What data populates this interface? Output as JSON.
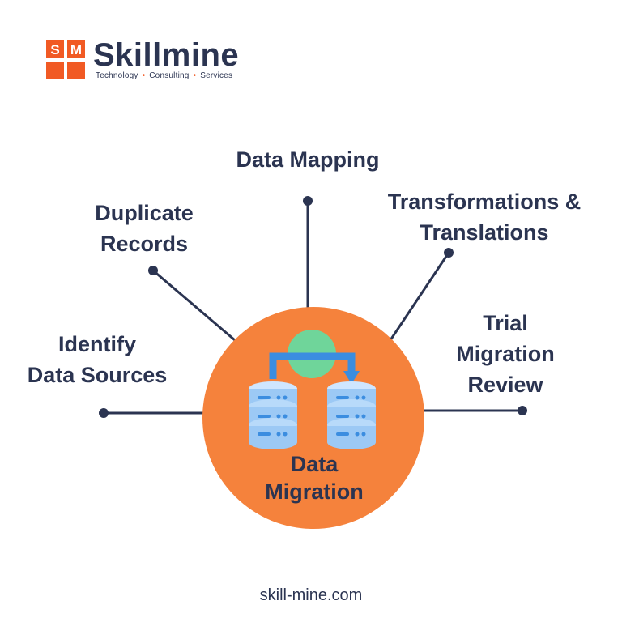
{
  "brand": {
    "name": "Skillmine",
    "mark_letters": [
      "S",
      "M"
    ],
    "tagline": [
      "Technology",
      "Consulting",
      "Services"
    ],
    "tagline_separator": "•",
    "accent_color": "#f15a24",
    "text_color": "#2b3451"
  },
  "center": {
    "lines": [
      "Data",
      "Migration"
    ],
    "circle_color": "#f5823c",
    "icon": "database-transfer-icon"
  },
  "nodes": {
    "data_mapping": "Data Mapping",
    "duplicate_records": [
      "Duplicate",
      "Records"
    ],
    "transformations": [
      "Transformations &",
      "Translations"
    ],
    "identify_sources": [
      "Identify",
      "Data Sources"
    ],
    "trial_review": [
      "Trial",
      "Migration",
      "Review"
    ]
  },
  "footer": {
    "url": "skill-mine.com"
  }
}
